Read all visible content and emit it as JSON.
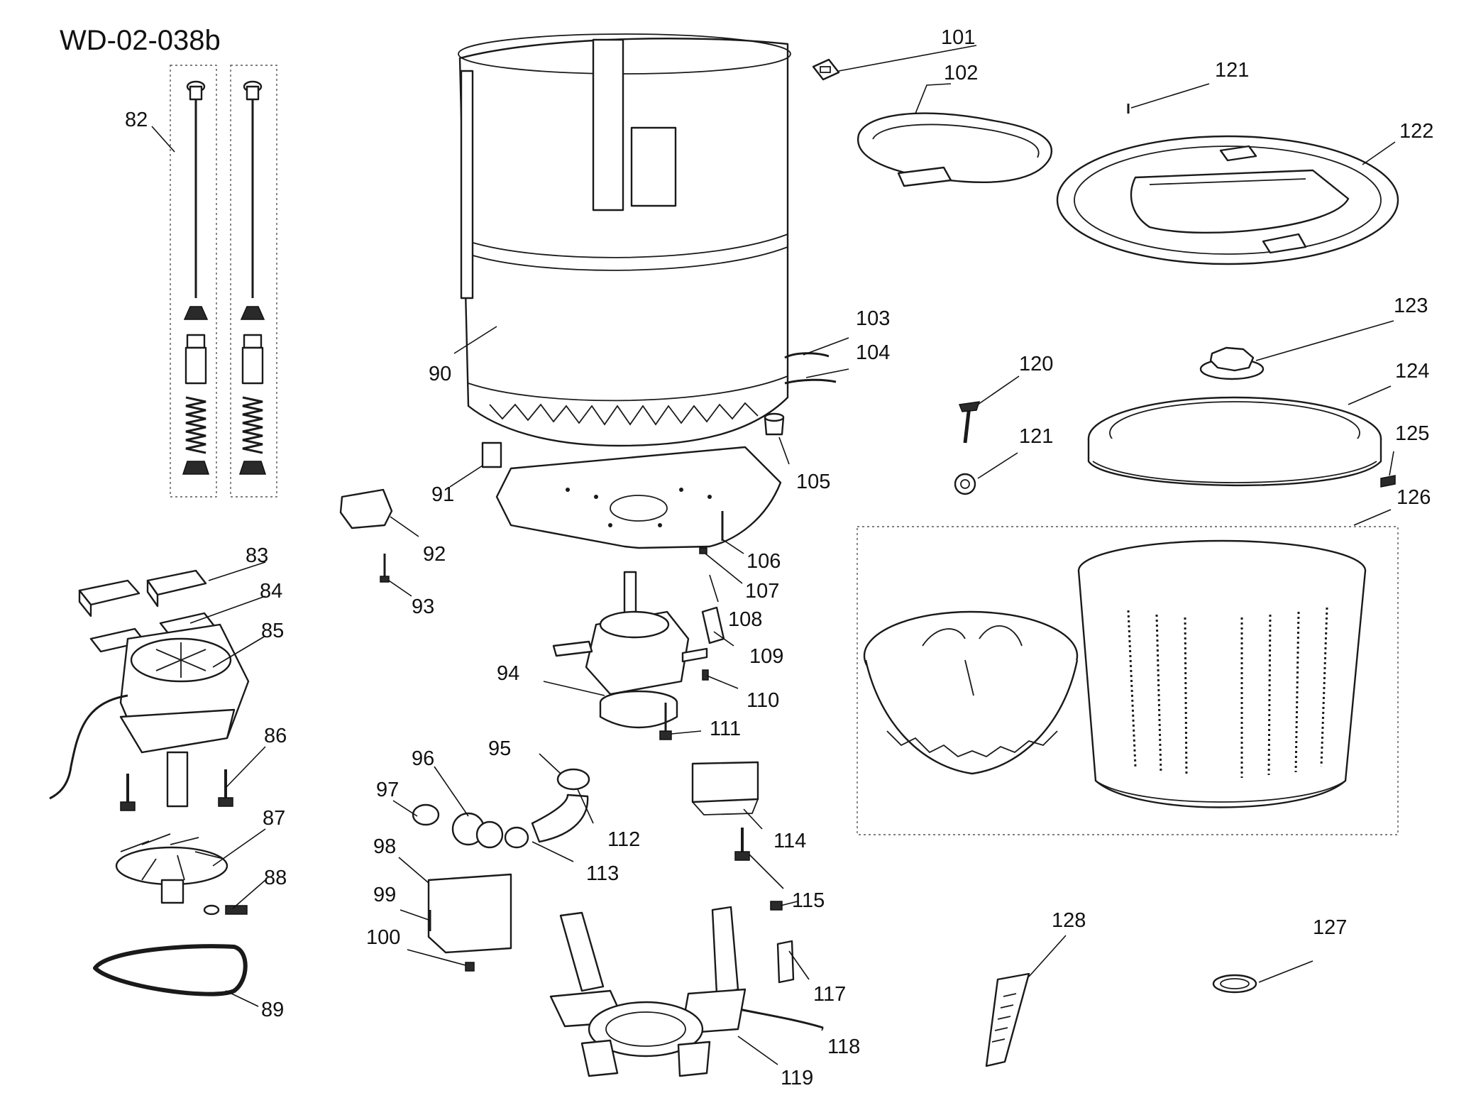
{
  "diagram_id": "WD-02-038b",
  "parts": [
    {
      "id": "p82",
      "label": "82"
    },
    {
      "id": "p83",
      "label": "83"
    },
    {
      "id": "p84",
      "label": "84"
    },
    {
      "id": "p85",
      "label": "85"
    },
    {
      "id": "p86",
      "label": "86"
    },
    {
      "id": "p87",
      "label": "87"
    },
    {
      "id": "p88",
      "label": "88"
    },
    {
      "id": "p89",
      "label": "89"
    },
    {
      "id": "p90",
      "label": "90"
    },
    {
      "id": "p91",
      "label": "91"
    },
    {
      "id": "p92",
      "label": "92"
    },
    {
      "id": "p93",
      "label": "93"
    },
    {
      "id": "p94",
      "label": "94"
    },
    {
      "id": "p95",
      "label": "95"
    },
    {
      "id": "p96",
      "label": "96"
    },
    {
      "id": "p97",
      "label": "97"
    },
    {
      "id": "p98",
      "label": "98"
    },
    {
      "id": "p99",
      "label": "99"
    },
    {
      "id": "p100",
      "label": "100"
    },
    {
      "id": "p101",
      "label": "101"
    },
    {
      "id": "p102",
      "label": "102"
    },
    {
      "id": "p103",
      "label": "103"
    },
    {
      "id": "p104",
      "label": "104"
    },
    {
      "id": "p105",
      "label": "105"
    },
    {
      "id": "p106",
      "label": "106"
    },
    {
      "id": "p107",
      "label": "107"
    },
    {
      "id": "p108",
      "label": "108"
    },
    {
      "id": "p109",
      "label": "109"
    },
    {
      "id": "p110",
      "label": "110"
    },
    {
      "id": "p111",
      "label": "111"
    },
    {
      "id": "p112",
      "label": "112"
    },
    {
      "id": "p113",
      "label": "113"
    },
    {
      "id": "p114",
      "label": "114"
    },
    {
      "id": "p115",
      "label": "115"
    },
    {
      "id": "p117",
      "label": "117"
    },
    {
      "id": "p118",
      "label": "118"
    },
    {
      "id": "p119",
      "label": "119"
    },
    {
      "id": "p120",
      "label": "120"
    },
    {
      "id": "p121a",
      "label": "121"
    },
    {
      "id": "p121b",
      "label": "121"
    },
    {
      "id": "p122",
      "label": "122"
    },
    {
      "id": "p123",
      "label": "123"
    },
    {
      "id": "p124",
      "label": "124"
    },
    {
      "id": "p125",
      "label": "125"
    },
    {
      "id": "p126",
      "label": "126"
    },
    {
      "id": "p127",
      "label": "127"
    },
    {
      "id": "p128",
      "label": "128"
    }
  ]
}
